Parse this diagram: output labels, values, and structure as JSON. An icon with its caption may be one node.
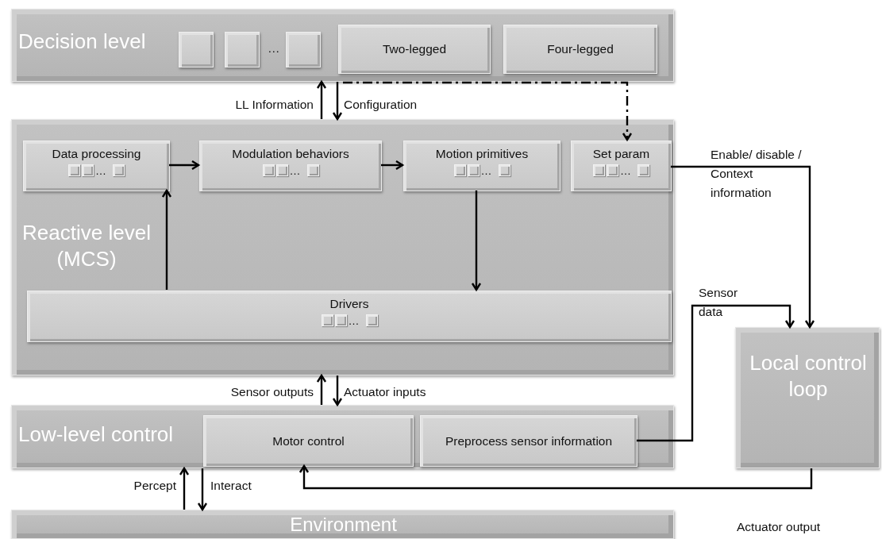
{
  "diagram": {
    "nodes": [
      {
        "text": [
          "Decision level"
        ]
      },
      {
        "text": [],
        "shape": "box",
        "in": 0
      },
      {
        "text": [],
        "shape": "box",
        "in": 0
      },
      {
        "text": [],
        "shape": "box",
        "in": 0
      },
      {
        "text": [
          "Two-legged"
        ],
        "in": 0
      },
      {
        "text": [
          "Four-legged"
        ],
        "in": 0
      },
      {
        "text": [
          "Reactive level (MCS)"
        ]
      },
      {
        "text": [
          "Data processing",
          "…"
        ],
        "in": 6
      },
      {
        "text": [
          "Modulation behaviors",
          "…"
        ],
        "in": 6
      },
      {
        "text": [
          "Motion primitives",
          "…"
        ],
        "in": 6
      },
      {
        "text": [
          "Set param",
          "…"
        ],
        "in": 6
      },
      {
        "text": [
          "Drivers",
          "…"
        ],
        "in": 6
      },
      {
        "text": [
          "Low-level control"
        ]
      },
      {
        "text": [
          "Motor control"
        ],
        "in": 12
      },
      {
        "text": [
          "Preprocess sensor information"
        ],
        "in": 12
      },
      {
        "text": [
          "Environment"
        ]
      },
      {
        "text": [
          "Local control loop"
        ]
      }
    ],
    "edges": [
      {
        "from": 6,
        "to": 0,
        "arrow": "to",
        "label": "LL Information"
      },
      {
        "from": 0,
        "to": 6,
        "arrow": "to",
        "label": "Configuration"
      },
      {
        "from": 0,
        "to": 10,
        "arrow": "to",
        "style": "dashed"
      },
      {
        "from": 7,
        "to": 8,
        "arrow": "to"
      },
      {
        "from": 8,
        "to": 9,
        "arrow": "to"
      },
      {
        "from": 9,
        "to": 11,
        "arrow": "to"
      },
      {
        "from": 11,
        "to": 7,
        "arrow": "to"
      },
      {
        "from": 10,
        "to": 16,
        "arrow": "to",
        "label": "Enable/ disable / Context information"
      },
      {
        "from": 14,
        "to": 16,
        "arrow": "to",
        "label": "Sensor data"
      },
      {
        "from": 12,
        "to": 6,
        "arrow": "to",
        "label": "Sensor outputs"
      },
      {
        "from": 6,
        "to": 12,
        "arrow": "to",
        "label": "Actuator inputs"
      },
      {
        "from": 15,
        "to": 12,
        "arrow": "to",
        "label": "Percept"
      },
      {
        "from": 12,
        "to": 15,
        "arrow": "to",
        "label": "Interact"
      },
      {
        "from": 16,
        "to": 13,
        "arrow": "to",
        "label": "Actuator output"
      }
    ],
    "labels": [
      "…"
    ]
  }
}
